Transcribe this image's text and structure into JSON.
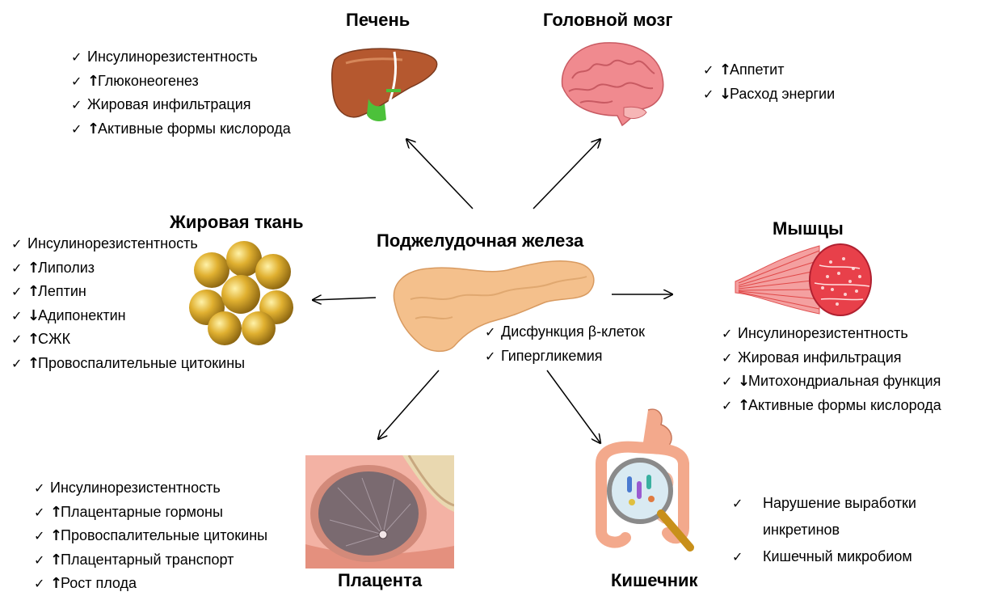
{
  "center": {
    "title": "Поджелудочная железа",
    "items": [
      {
        "dir": "",
        "text": "Дисфункция β-клеток"
      },
      {
        "dir": "",
        "text": "Гипергликемия"
      }
    ]
  },
  "liver": {
    "title": "Печень",
    "items": [
      {
        "dir": "",
        "text": "Инсулинорезистентность"
      },
      {
        "dir": "up",
        "text": "Глюконеогенез"
      },
      {
        "dir": "",
        "text": "Жировая инфильтрация"
      },
      {
        "dir": "up",
        "text": "Активные формы кислорода"
      }
    ]
  },
  "brain": {
    "title": "Головной мозг",
    "items": [
      {
        "dir": "up",
        "text": "Аппетит"
      },
      {
        "dir": "down",
        "text": "Расход энергии"
      }
    ]
  },
  "adipose": {
    "title": "Жировая ткань",
    "items": [
      {
        "dir": "",
        "text": "Инсулинорезистентность"
      },
      {
        "dir": "up",
        "text": "Липолиз"
      },
      {
        "dir": "up",
        "text": "Лептин"
      },
      {
        "dir": "down",
        "text": "Адипонектин"
      },
      {
        "dir": "up",
        "text": "СЖК"
      },
      {
        "dir": "up",
        "text": "Провоспалительные цитокины"
      }
    ]
  },
  "muscle": {
    "title": "Мышцы",
    "items": [
      {
        "dir": "",
        "text": "Инсулинорезистентность"
      },
      {
        "dir": "",
        "text": "Жировая инфильтрация"
      },
      {
        "dir": "down",
        "text": "Митохондриальная функция"
      },
      {
        "dir": "up",
        "text": "Активные формы кислорода"
      }
    ]
  },
  "placenta": {
    "title": "Плацента",
    "items": [
      {
        "dir": "",
        "text": "Инсулинорезистентность"
      },
      {
        "dir": "up",
        "text": "Плацентарные гормоны"
      },
      {
        "dir": "up",
        "text": "Провоспалительные цитокины"
      },
      {
        "dir": "up",
        "text": "Плацентарный транспорт"
      },
      {
        "dir": "up",
        "text": "Рост плода"
      }
    ]
  },
  "intestine": {
    "title": "Кишечник",
    "items": [
      {
        "dir": "",
        "text": "Нарушение выработки"
      },
      {
        "dir": "",
        "text": "инкретинов"
      },
      {
        "dir": "",
        "text": "Кишечный микробиом"
      }
    ]
  },
  "icons": {
    "check": "checkmark-icon",
    "up": "arrow-up-icon",
    "down": "arrow-down-icon"
  },
  "colors": {
    "liver": "#a0522d",
    "brain": "#f08a8f",
    "pancreas": "#f4c08c",
    "fat": "#d4a520",
    "muscle": "#e8404a",
    "intestine": "#f3a98c"
  }
}
